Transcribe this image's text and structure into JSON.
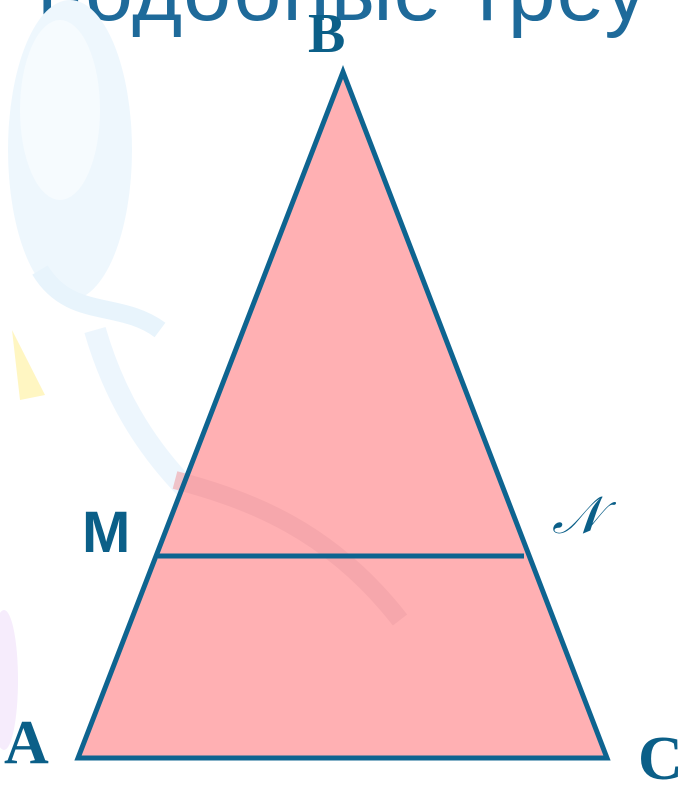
{
  "slide": {
    "title_fragment": "подобные треу"
  },
  "labels": {
    "A": "A",
    "B": "B",
    "C": "C",
    "M": "M",
    "N": "𝒩"
  },
  "colors": {
    "triangle_fill": "#ffb0b3",
    "stroke": "#0e6490",
    "label": "#0b5f88",
    "title": "#1e6a9a"
  }
}
